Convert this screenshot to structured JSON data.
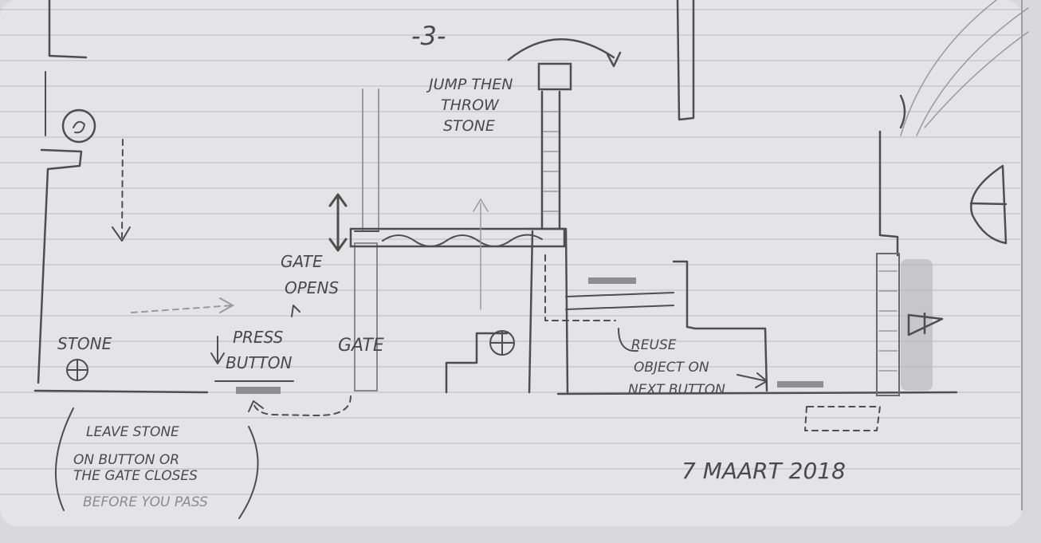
{
  "page": {
    "number": "-3-",
    "date": "7 MAART 2018"
  },
  "notes": {
    "jump": [
      "JUMP THEN",
      "THROW",
      "STONE"
    ],
    "gate_opens": [
      "GATE",
      "OPENS"
    ],
    "press": [
      "PRESS",
      "BUTTON"
    ],
    "stone": "STONE",
    "gate": "GATE",
    "reuse": [
      "REUSE",
      "OBJECT ON",
      "NEXT BUTTON"
    ],
    "leave": [
      "LEAVE STONE",
      "ON BUTTON OR",
      "THE GATE CLOSES",
      "BEFORE YOU PASS"
    ]
  },
  "colors": {
    "paper": "#e4e4e6",
    "rule": "#bdbdc2",
    "ink": "#4e4e4e",
    "pencil": "#9a9a9a"
  }
}
